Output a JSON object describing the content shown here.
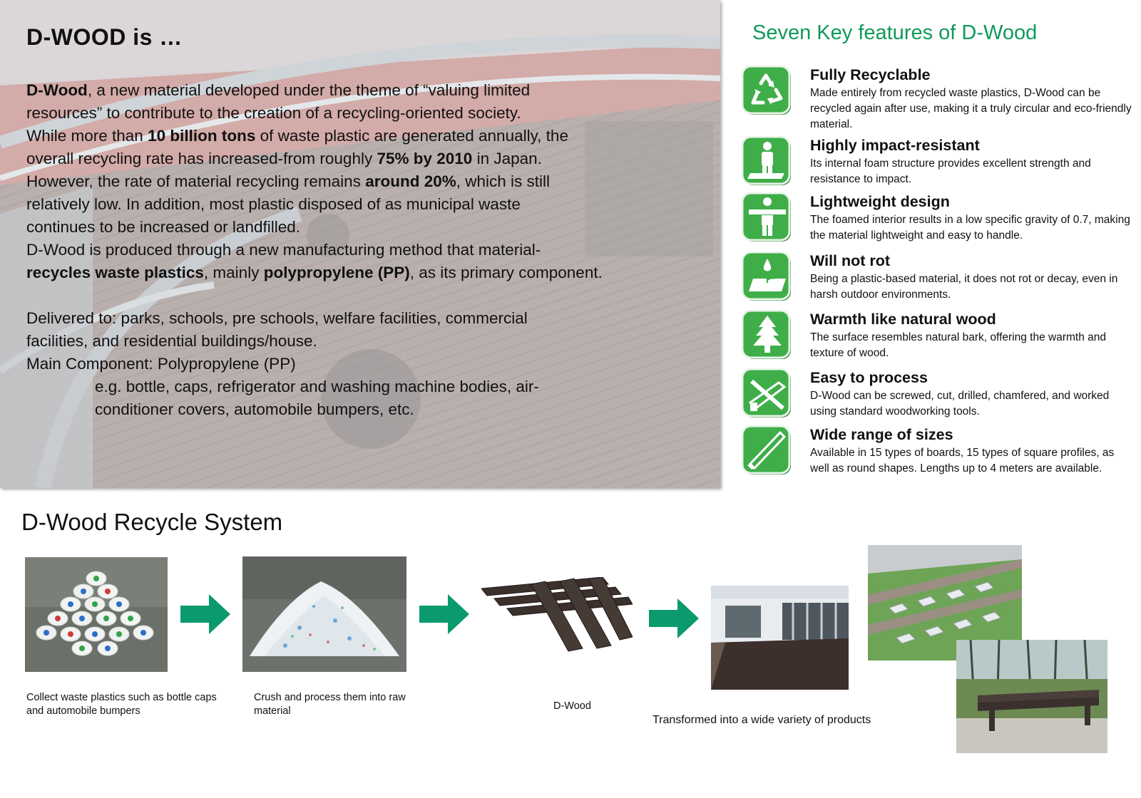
{
  "intro": {
    "heading": "D-WOOD is …",
    "p1": {
      "bold_lead": "D-Wood",
      "rest_line1": ", a new material developed under the theme of “valuing limited",
      "line2": "resources” to contribute to the creation of a recycling-oriented society."
    },
    "p2": {
      "a": "While more than ",
      "b_bold": "10 billion tons",
      "c": " of waste plastic are generated annually, the",
      "d": "overall recycling rate has increased-from roughly ",
      "e_bold": "75% by 2010",
      "f": " in Japan.",
      "g": "However, the rate of material recycling remains ",
      "h_bold": "around 20%",
      "i": ", which is still",
      "j": "relatively low. In addition, most plastic disposed of as municipal waste",
      "k": "continues to be increased or landfilled."
    },
    "p3": {
      "a": "D-Wood is produced through a new manufacturing method that material-",
      "b_bold": "recycles waste plastics",
      "c": ", mainly ",
      "d_bold": "polypropylene (PP)",
      "e": ", as its primary component."
    },
    "delivered_line1": "Delivered to: parks, schools, pre schools, welfare facilities, commercial",
    "delivered_line2": "facilities, and residential buildings/house.",
    "component": "Main Component: Polypropylene (PP)",
    "example_line1": "e.g. bottle, caps, refrigerator and washing machine bodies, air-",
    "example_line2": "conditioner covers, automobile bumpers, etc."
  },
  "features": {
    "title": "Seven Key features of D-Wood",
    "accent_color": "#0f9a5a",
    "icon_color": "#3fae49",
    "items": [
      {
        "icon": "recycle-icon",
        "title": "Fully Recyclable",
        "desc": "Made entirely from recycled waste plastics, D-Wood can be recycled again after use, making it a truly circular and eco-friendly material."
      },
      {
        "icon": "person-standing-on-board-icon",
        "title": "Highly impact-resistant",
        "desc": "Its internal foam structure provides excellent strength and resistance to impact."
      },
      {
        "icon": "person-carrying-board-icon",
        "title": "Lightweight design",
        "desc": "The foamed interior results in a low specific gravity of 0.7, making the material lightweight and easy to handle."
      },
      {
        "icon": "sprout-drop-icon",
        "title": "Will not rot",
        "desc": "Being a plastic-based material, it does not rot or decay, even in harsh outdoor environments."
      },
      {
        "icon": "tree-icon",
        "title": "Warmth like natural wood",
        "desc": "The surface resembles natural bark, offering the warmth and texture of wood."
      },
      {
        "icon": "saw-board-icon",
        "title": "Easy to process",
        "desc": "D-Wood can be screwed, cut, drilled, chamfered, and worked using standard woodworking tools."
      },
      {
        "icon": "long-board-icon",
        "title": "Wide range of sizes",
        "desc": "Available in 15 types of boards, 15 types of square profiles, as well as round shapes. Lengths up to 4 meters are available."
      }
    ]
  },
  "recycle_system": {
    "title": "D-Wood Recycle System",
    "arrow_color": "#0b9a6d",
    "captions": {
      "collect": "Collect waste plastics such as bottle caps and automobile bumpers",
      "crush": "Crush and process them into raw material",
      "dwood": "D-Wood",
      "products": "Transformed into a wide variety of products"
    }
  }
}
